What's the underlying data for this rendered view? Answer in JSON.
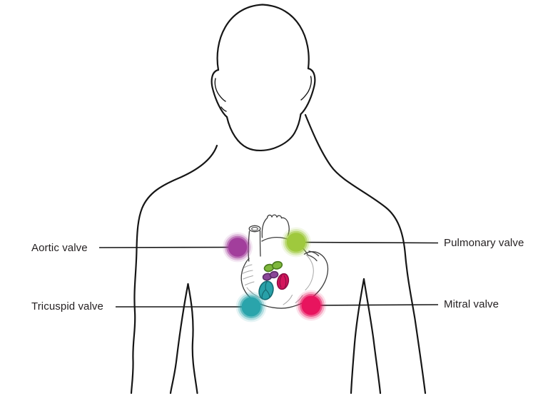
{
  "diagram": {
    "description": "Heart valve locations on torso",
    "background": "#ffffff",
    "outline_color": "#161616",
    "text_color": "#231f20",
    "labels": [
      {
        "id": "aortic",
        "text": "Aortic valve",
        "color": "#a23e9c",
        "side": "left"
      },
      {
        "id": "pulmonary",
        "text": "Pulmonary valve",
        "color": "#9fc93d",
        "side": "right"
      },
      {
        "id": "tricuspid",
        "text": "Tricuspid valve",
        "color": "#2aa4ab",
        "side": "left"
      },
      {
        "id": "mitral",
        "text": "Mitral valve",
        "color": "#e8145e",
        "side": "right"
      }
    ],
    "heart": {
      "outline_color": "#3d3d3d",
      "detail_color": "#a6a6a6",
      "valves": [
        {
          "name": "pulmonary",
          "fill": "#7eb73c",
          "stroke": "#4a7a1e"
        },
        {
          "name": "aortic",
          "fill": "#8b4798",
          "stroke": "#5a2d67"
        },
        {
          "name": "mitral",
          "fill": "#d3155c",
          "stroke": "#8e0e45"
        },
        {
          "name": "tricuspid",
          "fill": "#28a0a8",
          "stroke": "#156a71"
        }
      ]
    }
  }
}
